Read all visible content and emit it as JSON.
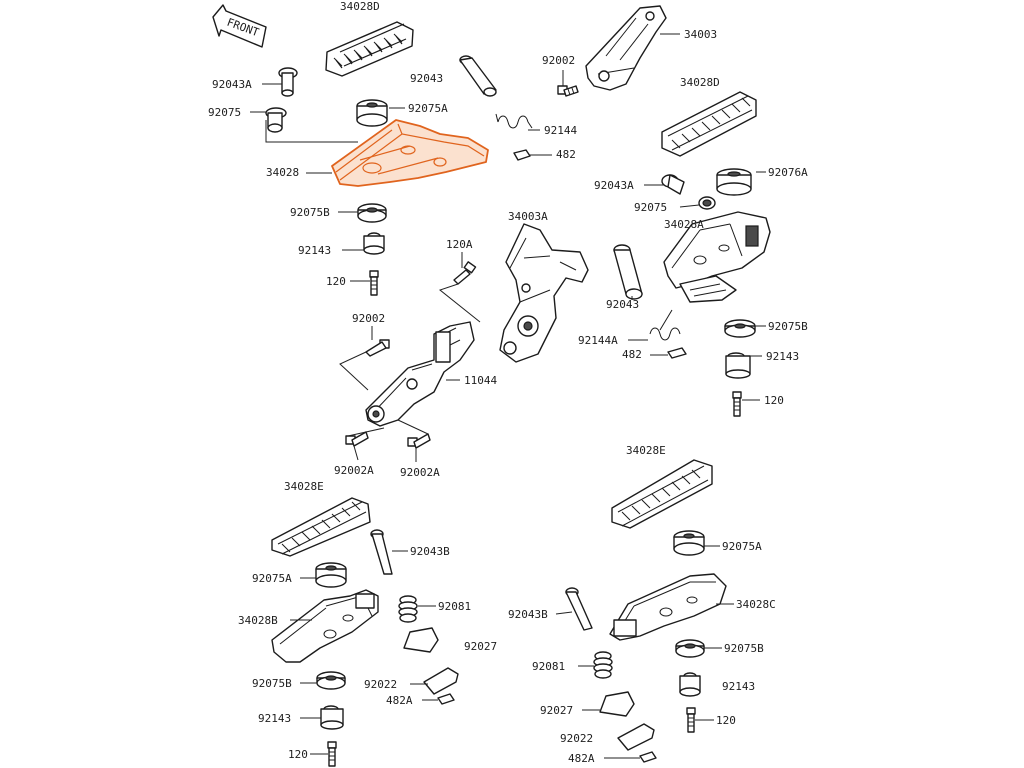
{
  "highlight_color": "#e0641e",
  "orientation": {
    "front_label": "FRONT",
    "icon": "front-arrow-icon"
  },
  "labels": {
    "l_34028D_a": "34028D",
    "l_92043A_a": "92043A",
    "l_92043_a": "92043",
    "l_92075A_a": "92075A",
    "l_92075_a": "92075",
    "l_34028_a": "34028",
    "l_92075B_a": "92075B",
    "l_92143_a": "92143",
    "l_120_a": "120",
    "l_92002_top": "92002",
    "l_34003": "34003",
    "l_92144_a": "92144",
    "l_482_a": "482",
    "l_34028D_b": "34028D",
    "l_92043A_b": "92043A",
    "l_92076A": "92076A",
    "l_92075_b": "92075",
    "l_34028A": "34028A",
    "l_34003A": "34003A",
    "l_120A": "120A",
    "l_92002_mid": "92002",
    "l_11044": "11044",
    "l_92002A_a": "92002A",
    "l_92002A_b": "92002A",
    "l_92043_b": "92043",
    "l_92144A": "92144A",
    "l_482_b": "482",
    "l_92075B_b": "92075B",
    "l_92143_b": "92143",
    "l_120_b": "120",
    "l_34028E_a": "34028E",
    "l_92043B_a": "92043B",
    "l_92075A_b": "92075A",
    "l_34028B": "34028B",
    "l_92081_a": "92081",
    "l_92027_a": "92027",
    "l_92075B_c": "92075B",
    "l_92022_a": "92022",
    "l_482A_a": "482A",
    "l_92143_c": "92143",
    "l_120_c": "120",
    "l_34028E_b": "34028E",
    "l_92075A_c": "92075A",
    "l_92043B_b": "92043B",
    "l_34028C": "34028C",
    "l_92075B_d": "92075B",
    "l_92081_b": "92081",
    "l_92143_d": "92143",
    "l_92027_b": "92027",
    "l_120_d": "120",
    "l_92022_b": "92022",
    "l_482A_b": "482A"
  }
}
